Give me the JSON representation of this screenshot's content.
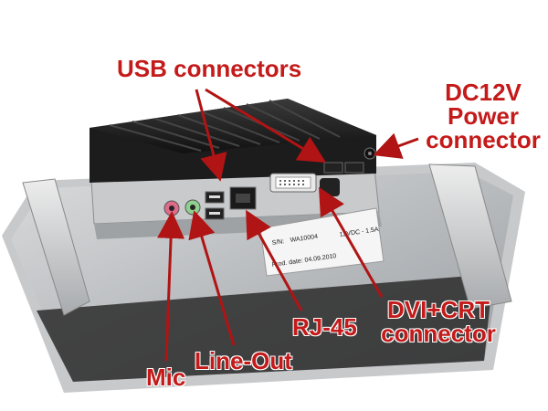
{
  "callouts": {
    "usb": "USB connectors",
    "dc_line1": "DC12V",
    "dc_line2": "Power",
    "dc_line3": "connector",
    "dvi_line1": "DVI+CRT",
    "dvi_line2": "connector",
    "rj45": "RJ-45",
    "line_out": "Line-Out",
    "mic": "Mic"
  },
  "label_sticker": {
    "sn_prefix": "S/N:",
    "sn_value": "WA10004",
    "voltage": "12VDC - 1.5A",
    "prod_date": "Prod. date: 04.09.2010"
  },
  "colors": {
    "callout_text": "#c41a1a",
    "arrow": "#b01414"
  }
}
